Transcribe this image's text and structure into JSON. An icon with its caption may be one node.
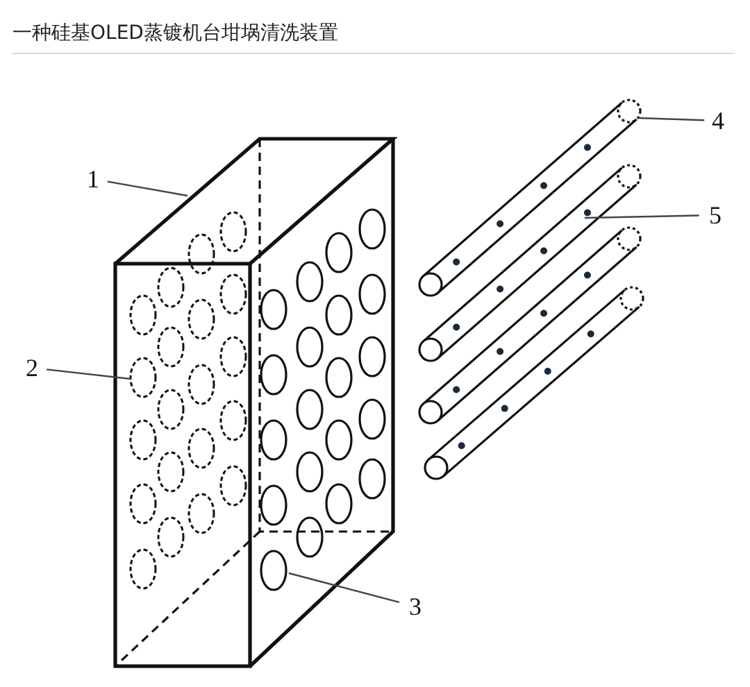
{
  "diagram": {
    "title": "一种硅基OLED蒸镀机台坩埚清洗装置",
    "nodes": [
      {
        "text": [
          "1"
        ]
      },
      {
        "text": [
          "2"
        ]
      },
      {
        "text": [
          "3"
        ]
      },
      {
        "text": [
          "4"
        ]
      },
      {
        "text": [
          "5"
        ]
      },
      {
        "text": [],
        "shape": "box"
      },
      {
        "text": [],
        "shape": "circle",
        "in": 5
      },
      {
        "text": [],
        "shape": "circle",
        "in": 5
      },
      {
        "text": [],
        "shape": "circle"
      },
      {
        "text": [],
        "shape": "circle"
      }
    ],
    "edges": [
      {
        "from": 0,
        "to": 5,
        "arrow": "none"
      },
      {
        "from": 1,
        "to": 6,
        "arrow": "none"
      },
      {
        "from": 2,
        "to": 7,
        "arrow": "none"
      },
      {
        "from": 3,
        "to": 8,
        "arrow": "none"
      },
      {
        "from": 4,
        "to": 9,
        "arrow": "none"
      }
    ]
  }
}
